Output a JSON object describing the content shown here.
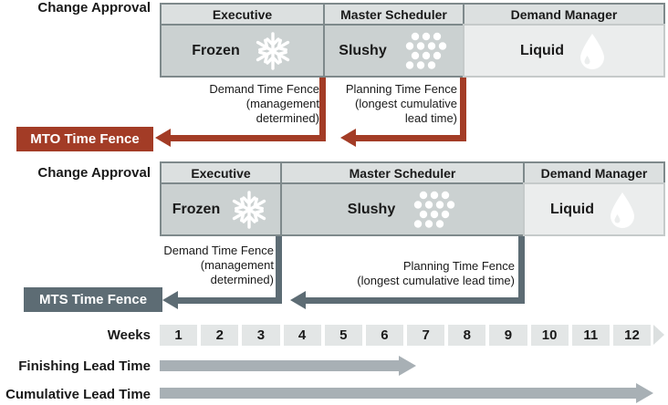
{
  "colors": {
    "mto_accent": "#a33c26",
    "mts_accent": "#5d6c74",
    "zone_fill": "#cbd1d1",
    "liquid_fill": "#ebeded",
    "header_fill": "#dce0e0",
    "lead_arrow_fill": "#a8b0b5"
  },
  "mto": {
    "change_approval_label": "Change Approval",
    "columns": [
      {
        "role": "Executive",
        "zone": "Frozen",
        "icon": "snowflake-icon"
      },
      {
        "role": "Master Scheduler",
        "zone": "Slushy",
        "icon": "slush-dots-icon"
      },
      {
        "role": "Demand Manager",
        "zone": "Liquid",
        "icon": "droplet-icon"
      }
    ],
    "demand_fence_note": "Demand Time Fence\n(management\ndetermined)",
    "planning_fence_note": "Planning Time Fence\n(longest cumulative\nlead time)",
    "fence_label": "MTO Time Fence"
  },
  "mts": {
    "change_approval_label": "Change Approval",
    "columns": [
      {
        "role": "Executive",
        "zone": "Frozen",
        "icon": "snowflake-icon"
      },
      {
        "role": "Master Scheduler",
        "zone": "Slushy",
        "icon": "slush-dots-icon"
      },
      {
        "role": "Demand Manager",
        "zone": "Liquid",
        "icon": "droplet-icon"
      }
    ],
    "demand_fence_note": "Demand Time Fence\n(management\ndetermined)",
    "planning_fence_note": "Planning Time Fence\n(longest cumulative lead time)",
    "fence_label": "MTS Time Fence"
  },
  "timeline": {
    "weeks_label": "Weeks",
    "weeks": [
      "1",
      "2",
      "3",
      "4",
      "5",
      "6",
      "7",
      "8",
      "9",
      "10",
      "11",
      "12"
    ],
    "finishing_label": "Finishing Lead Time",
    "cumulative_label": "Cumulative Lead Time"
  }
}
